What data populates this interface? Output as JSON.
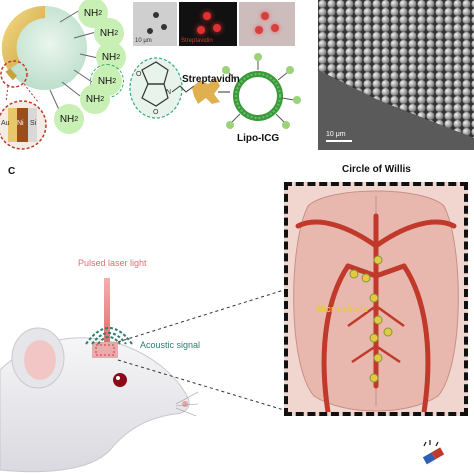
{
  "panel_top": {
    "amine_label": "NH",
    "amine_sub": "2",
    "metal_layers": [
      "Au",
      "Ni",
      "Si"
    ],
    "micrograph_scalebar": "10 μm",
    "fluorescence_label": "Streptavidin",
    "streptavidin_label": "Streptavidin",
    "lipo_label": "Lipo-ICG",
    "sem_scalebar": "10 μm"
  },
  "panel_c": {
    "letter": "C",
    "laser_label": "Pulsed laser light",
    "acoustic_label": "Acoustic signal",
    "inset_title": "Circle of Willis",
    "microrobots_label": "Microrobots"
  },
  "colors": {
    "amine_green": "#c8efb4",
    "laser_red": "#e07070",
    "acoustic_green": "#2e7d6f",
    "vessel_red": "#c0392b",
    "microrobot_yellow": "#e8c840"
  }
}
